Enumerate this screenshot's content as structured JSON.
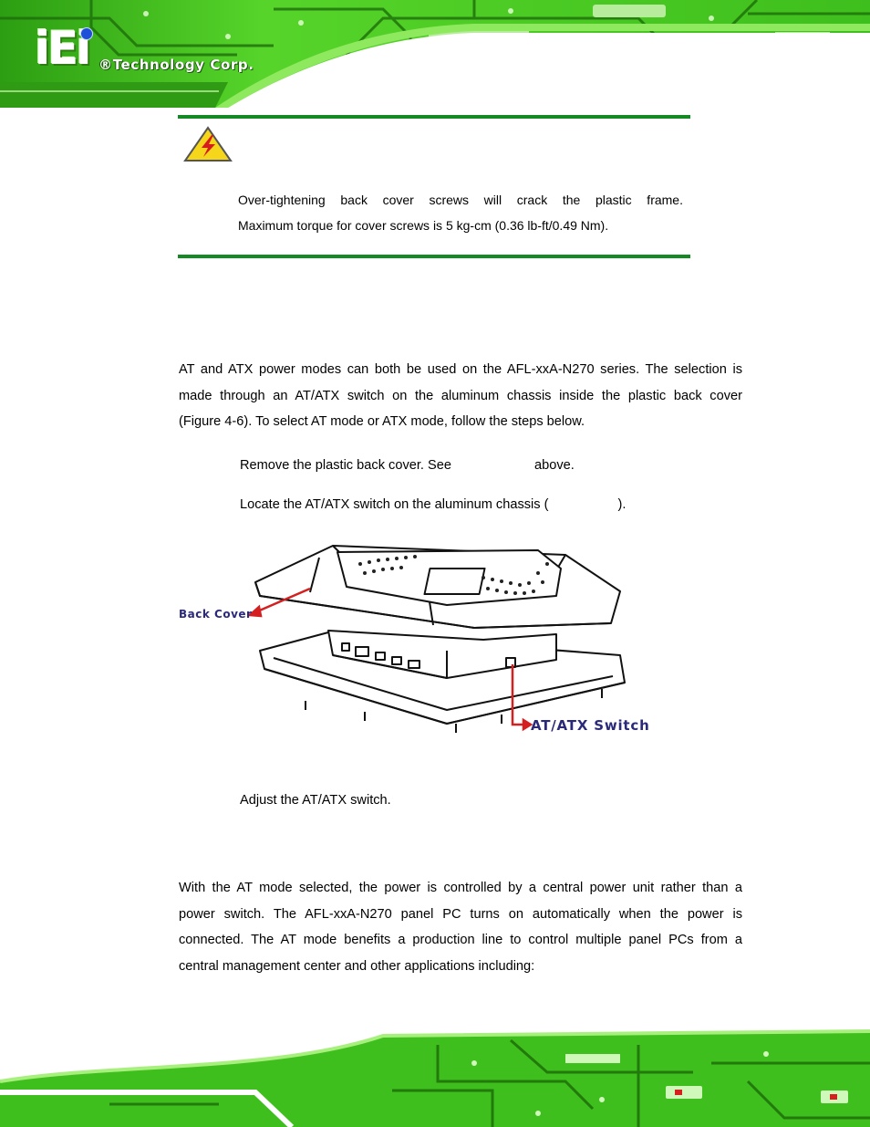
{
  "header": {
    "logo_mark": "iEi",
    "company": "®Technology Corp."
  },
  "warning": {
    "icon": "warning-triangle-icon",
    "line1": "Over-tightening back cover screws will crack the plastic frame.",
    "line2": "Maximum torque for cover screws is 5 kg-cm (0.36 lb-ft/0.49 Nm)."
  },
  "intro": {
    "lines": [
      "AT and ATX power modes can both be used on the AFL-xxA-N270 series. The selection is",
      "made through an AT/ATX switch on the aluminum chassis inside the plastic back cover",
      "(Figure 4-6). To select AT mode or ATX mode, follow the steps below."
    ]
  },
  "steps": {
    "step1_before": "Remove the plastic back cover. See",
    "step1_after": "above.",
    "step2_before": "Locate the AT/ATX switch on the aluminum chassis (",
    "step2_after": ").",
    "step3": "Adjust the AT/ATX switch."
  },
  "figure": {
    "label_back_cover": "Back Cover",
    "label_switch": "AT/ATX Switch",
    "accent_color": "#d42020",
    "label_color": "#2b2a7a"
  },
  "at_mode": {
    "lines": [
      "With the AT mode selected, the power is controlled by a central power unit rather than a",
      "power switch. The AFL-xxA-N270 panel PC turns on automatically when the power is",
      "connected. The AT mode benefits a production line to control multiple panel PCs from a",
      "central management center and other applications including:"
    ]
  },
  "colors": {
    "rule_green": "#138a23",
    "banner_green": "#3fbf1d"
  }
}
